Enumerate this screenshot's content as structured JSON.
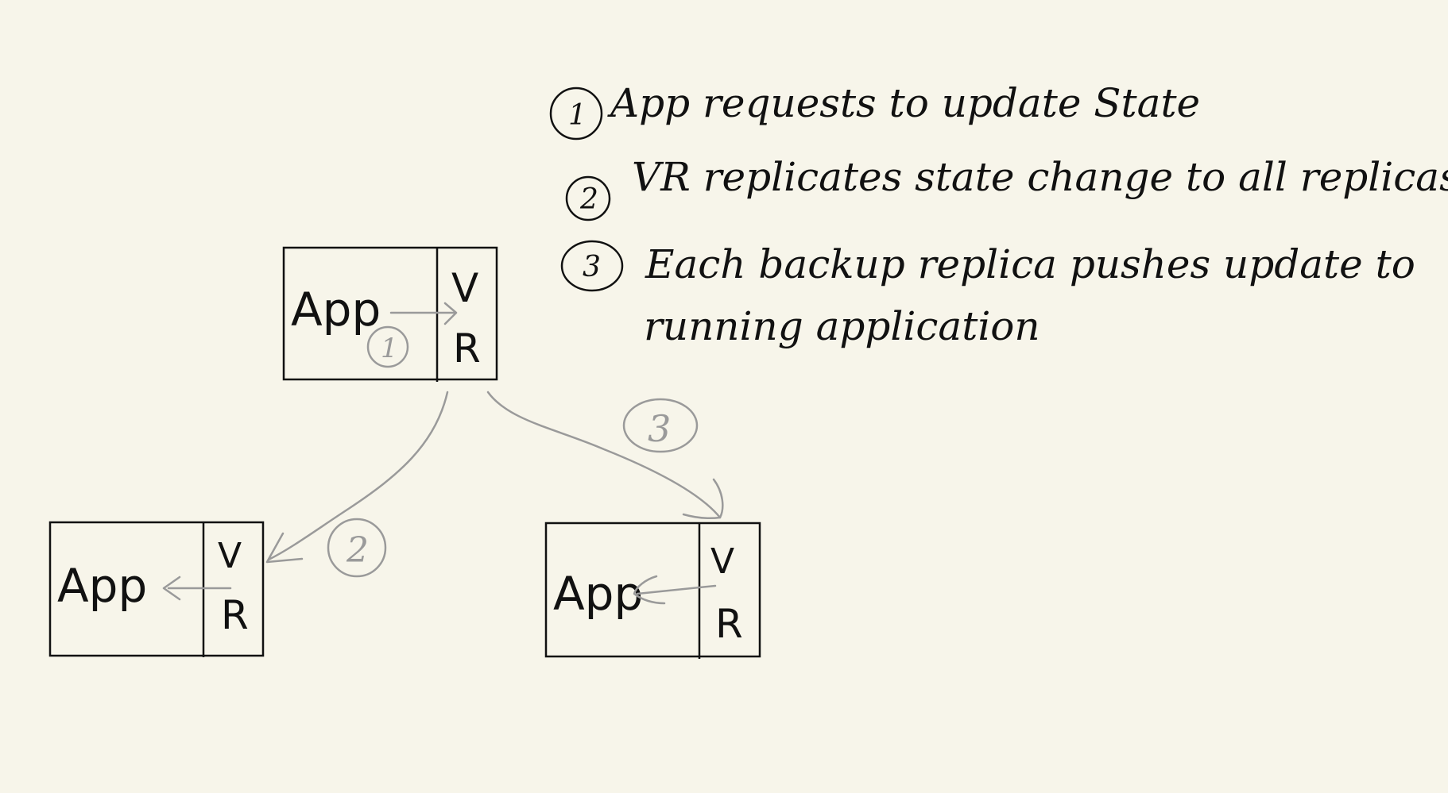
{
  "notes": [
    {
      "number": "1",
      "text": "App requests to update State"
    },
    {
      "number": "2",
      "text": "VR replicates state change to all replicas"
    },
    {
      "number": "3",
      "text": "Each backup replica pushes update to",
      "continuation": "running application"
    }
  ],
  "nodes": {
    "top": {
      "app": "App",
      "v": "V",
      "r": "R"
    },
    "left": {
      "app": "App",
      "v": "V",
      "r": "R"
    },
    "right": {
      "app": "App",
      "v": "V",
      "r": "R"
    }
  },
  "step_markers": {
    "one": "1",
    "two": "2",
    "three": "3"
  },
  "colors": {
    "background": "#f7f5ea",
    "ink": "#111111",
    "annotation": "#9a9a9a"
  }
}
